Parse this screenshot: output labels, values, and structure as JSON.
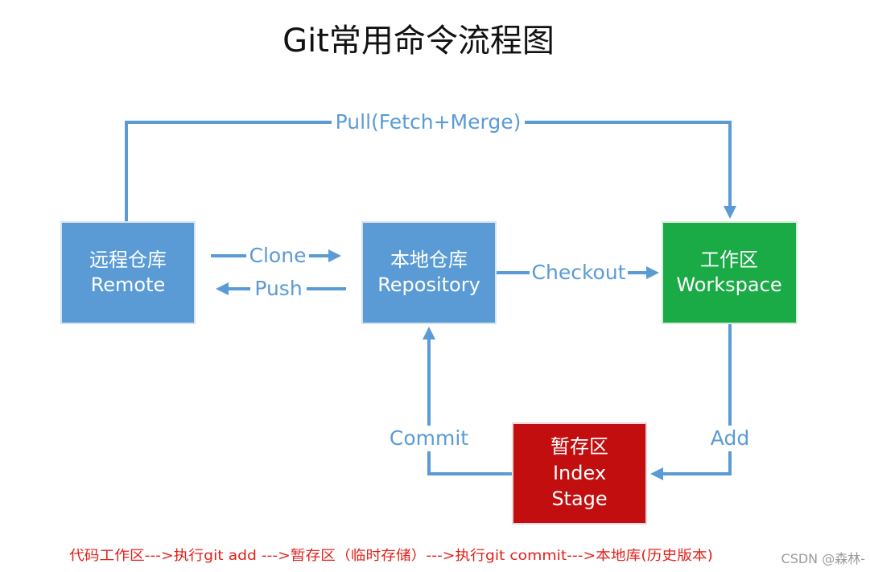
{
  "title": "Git常用命令流程图",
  "colors": {
    "arrow": "#5b9bd5",
    "remote_fill": "#5b9bd5",
    "repository_fill": "#5b9bd5",
    "workspace_fill": "#1aaa46",
    "index_fill": "#c20e0e",
    "caption": "#e0201a",
    "watermark": "#9a9a9a"
  },
  "nodes": {
    "remote": {
      "line1": "远程仓库",
      "line2": "Remote"
    },
    "repository": {
      "line1": "本地仓库",
      "line2": "Repository"
    },
    "workspace": {
      "line1": "工作区",
      "line2": "Workspace"
    },
    "index": {
      "line1": "暂存区",
      "line2": "Index",
      "line3": "Stage"
    }
  },
  "edges": {
    "pull": "Pull(Fetch+Merge)",
    "clone": "Clone",
    "push": "Push",
    "checkout": "Checkout",
    "add": "Add",
    "commit": "Commit"
  },
  "caption": "代码工作区--->执行git add --->暂存区（临时存储）--->执行git commit--->本地库(历史版本)",
  "watermark": "CSDN @森林-"
}
